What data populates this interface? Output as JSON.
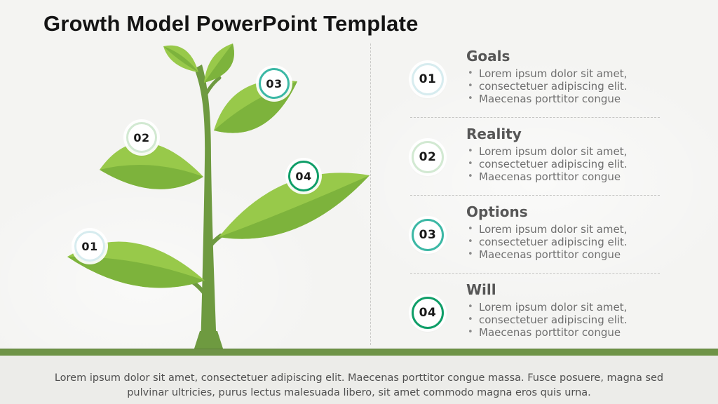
{
  "slide": {
    "title": "Growth Model PowerPoint Template",
    "footer": {
      "line1": "Lorem ipsum dolor sit amet,  consectetuer adipiscing elit. Maecenas porttitor congue massa.  Fusce posuere, magna sed",
      "line2": "pulvinar ultricies, purus lectus malesuada libero, sit amet commodo magna eros quis urna."
    }
  },
  "sections": [
    {
      "number": "01",
      "title": "Goals",
      "ring_color": "#d7ecef",
      "bullets": [
        "Lorem ipsum dolor sit amet,",
        "consectetuer adipiscing elit.",
        "Maecenas porttitor congue"
      ]
    },
    {
      "number": "02",
      "title": "Reality",
      "ring_color": "#d2e9d2",
      "bullets": [
        "Lorem ipsum dolor sit amet,",
        "consectetuer adipiscing elit.",
        "Maecenas porttitor congue"
      ]
    },
    {
      "number": "03",
      "title": "Options",
      "ring_color": "#3cb8a5",
      "bullets": [
        "Lorem ipsum dolor sit amet,",
        "consectetuer adipiscing elit.",
        "Maecenas porttitor congue"
      ]
    },
    {
      "number": "04",
      "title": "Will",
      "ring_color": "#0f9e68",
      "bullets": [
        "Lorem ipsum dolor sit amet,",
        "consectetuer adipiscing elit.",
        "Maecenas porttitor congue"
      ]
    }
  ],
  "plant": {
    "colors": {
      "leaf_light": "#98c94a",
      "leaf_dark": "#7db33c",
      "stem": "#6e9a40",
      "ground": "#6f9447"
    }
  }
}
